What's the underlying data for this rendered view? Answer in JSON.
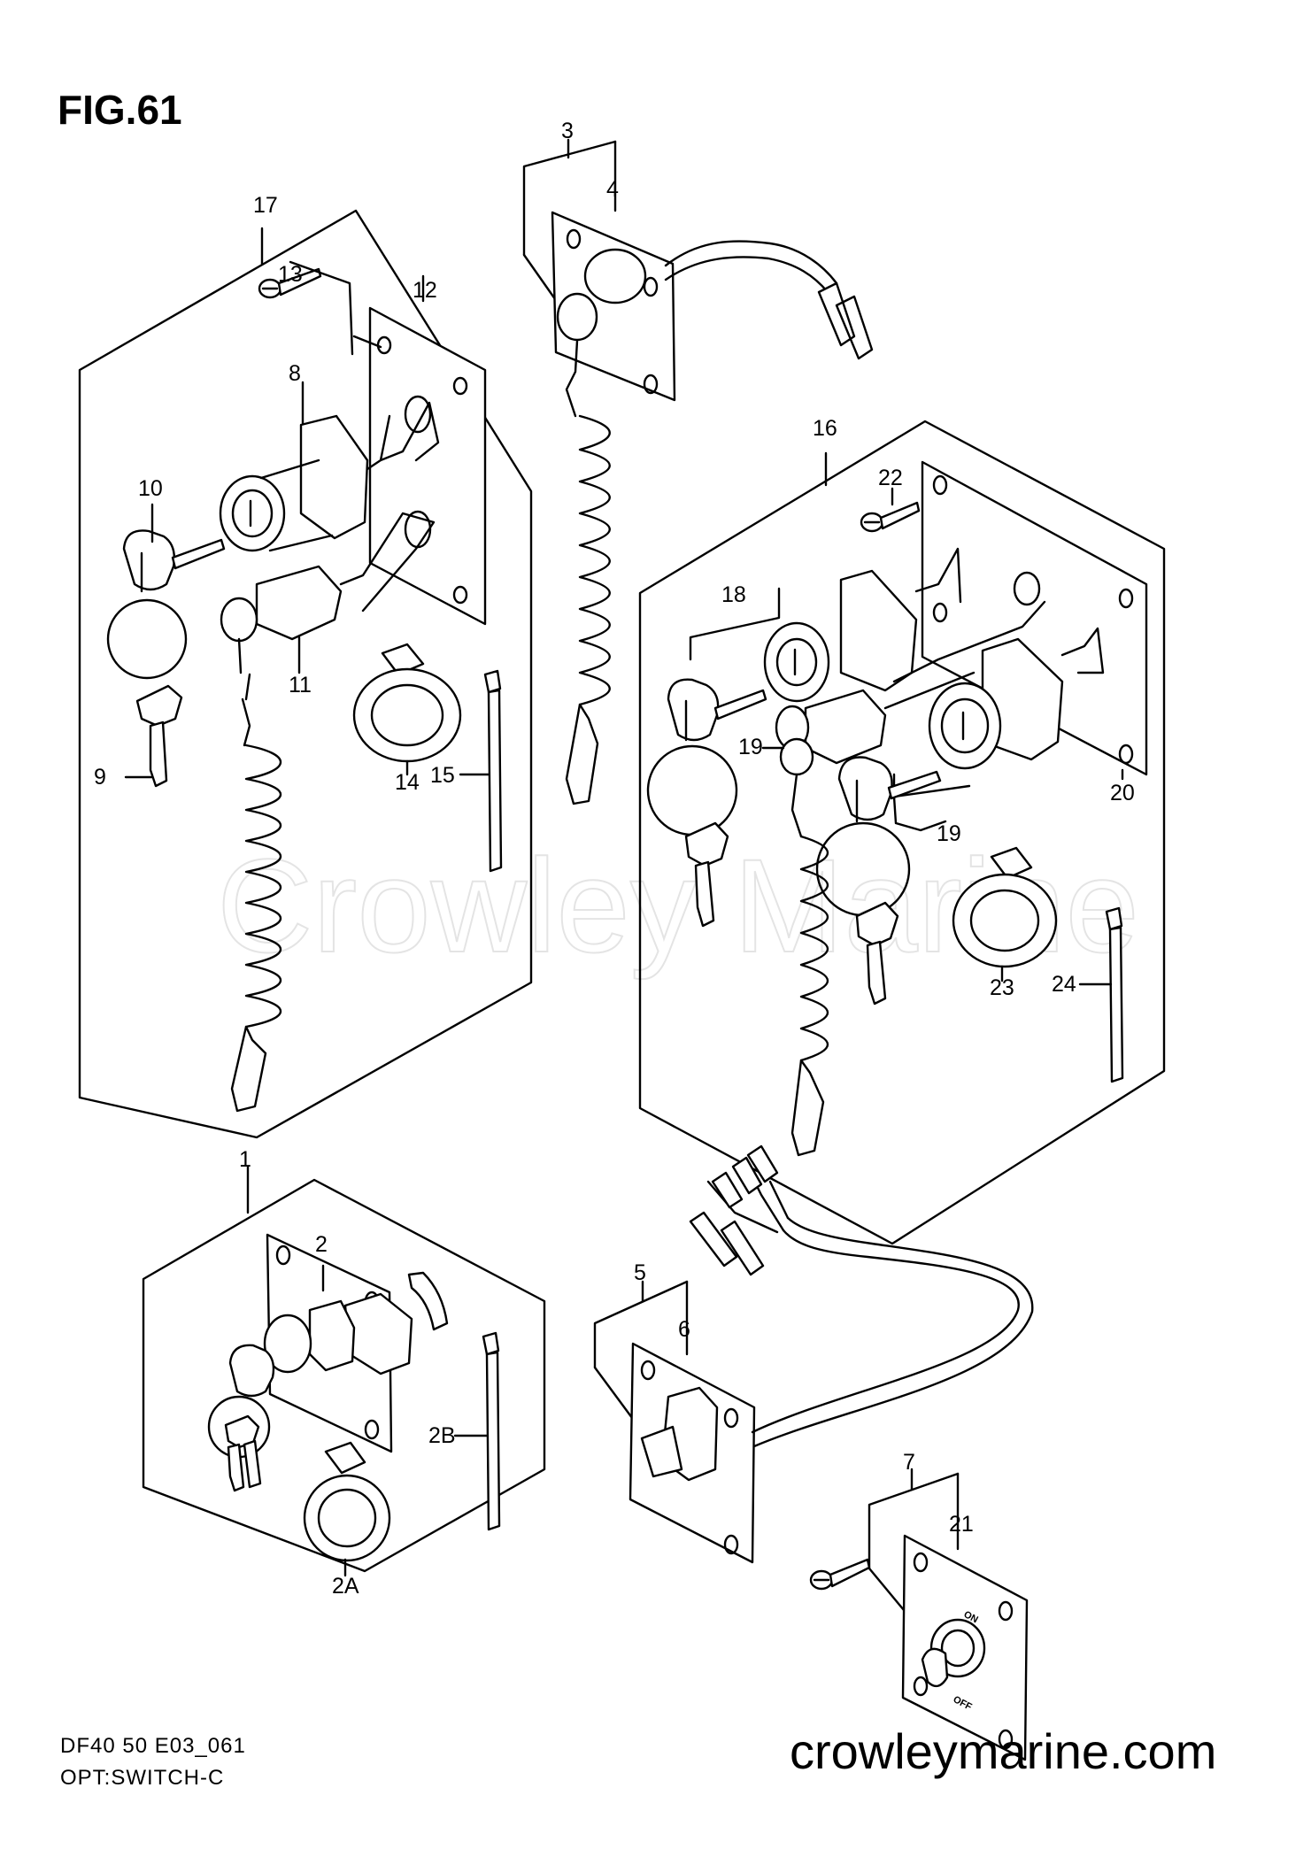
{
  "figure_title": "FIG.61",
  "watermark": "Crowley Marine",
  "footer": {
    "model_code": "DF40 50 E03_061",
    "section": "OPT:SWITCH-C",
    "website": "crowleymarine.com"
  },
  "switch_labels": {
    "on": "ON",
    "off": "OFF"
  },
  "callouts": [
    "1",
    "2",
    "2A",
    "2B",
    "3",
    "4",
    "5",
    "6",
    "7",
    "8",
    "9",
    "10",
    "11",
    "12",
    "13",
    "14",
    "15",
    "16",
    "17",
    "18",
    "19",
    "19",
    "20",
    "21",
    "22",
    "23",
    "24"
  ]
}
